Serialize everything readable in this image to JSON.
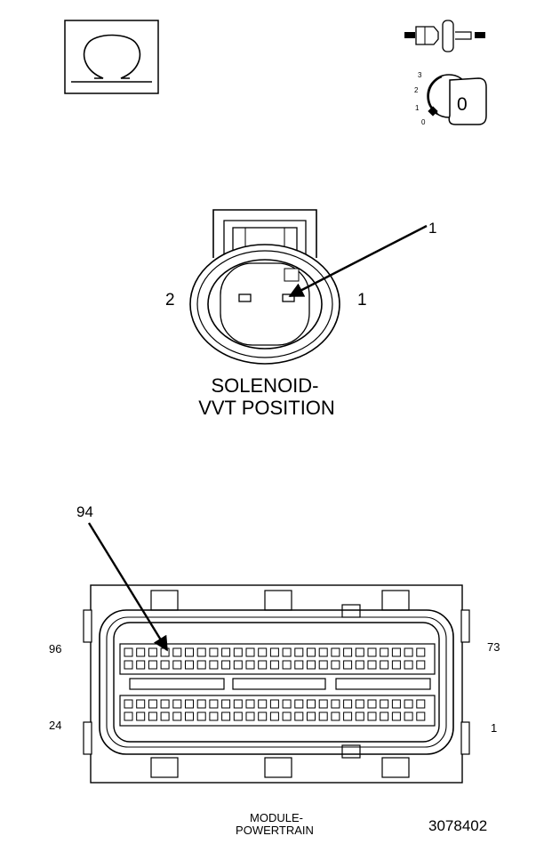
{
  "ohmmeter_icon": {
    "icon": "ohm-symbol-icon"
  },
  "disconnect_icon": {
    "icon": "connector-disconnect-icon"
  },
  "ignition_icon": {
    "icon": "ignition-key-icon",
    "positions": [
      "3",
      "2",
      "1",
      "0"
    ],
    "key_label": "0"
  },
  "solenoid_connector": {
    "title_line1": "SOLENOID-",
    "title_line2": "VVT POSITION",
    "pin_left": "2",
    "pin_right": "1",
    "callout": "1"
  },
  "pcm_connector": {
    "callout": "94",
    "pin_top_left": "96",
    "pin_bottom_left": "24",
    "pin_top_right": "73",
    "pin_bottom_right": "1",
    "title_line1": "MODULE-",
    "title_line2": "POWERTRAIN"
  },
  "figure_number": "3078402"
}
